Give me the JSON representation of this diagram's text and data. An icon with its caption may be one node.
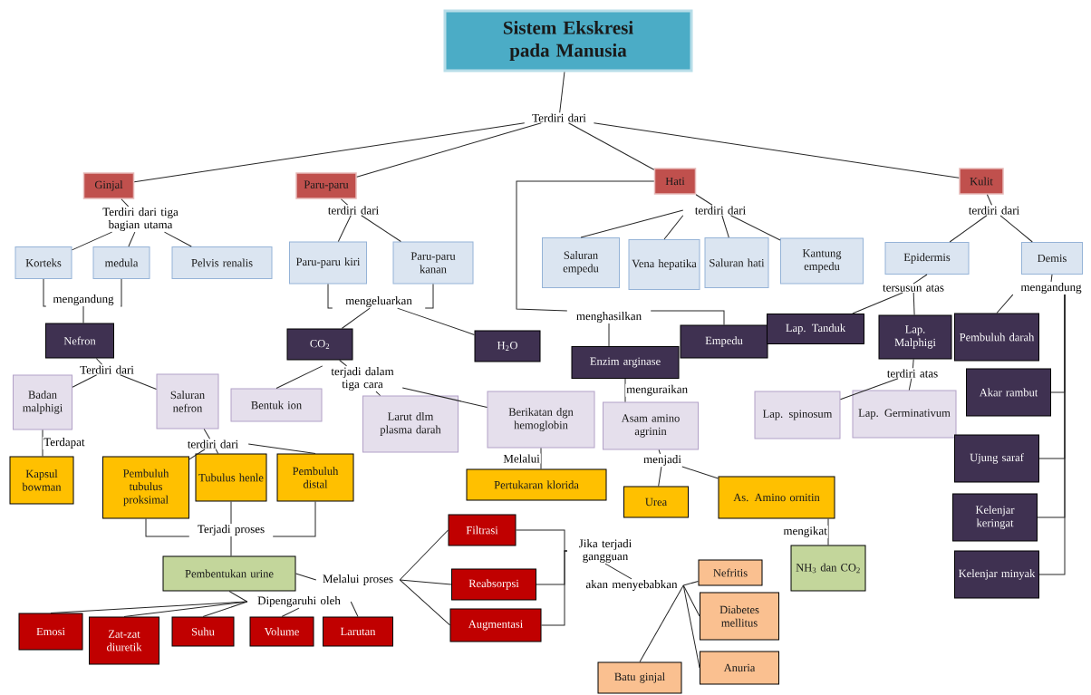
{
  "diagram": {
    "nodes": [
      {
        "text": [
          "Sistem Ekskresi pada Manusia"
        ]
      },
      {
        "text": [
          "Terdiri dari"
        ]
      },
      {
        "text": [
          "Ginjal"
        ]
      },
      {
        "text": [
          "Paru-paru"
        ]
      },
      {
        "text": [
          "Hati"
        ]
      },
      {
        "text": [
          "Kulit"
        ]
      },
      {
        "text": [
          "Terdiri dari tiga bagian utama"
        ]
      },
      {
        "text": [
          "terdiri dari"
        ]
      },
      {
        "text": [
          "terdiri dari"
        ]
      },
      {
        "text": [
          "terdiri dari"
        ]
      },
      {
        "text": [
          "Korteks"
        ]
      },
      {
        "text": [
          "medula"
        ]
      },
      {
        "text": [
          "Pelvis renalis"
        ]
      },
      {
        "text": [
          "Paru-paru kiri"
        ]
      },
      {
        "text": [
          "Paru-paru kanan"
        ]
      },
      {
        "text": [
          "Saluran empedu"
        ]
      },
      {
        "text": [
          "Vena hepatika"
        ]
      },
      {
        "text": [
          "Saluran hati"
        ]
      },
      {
        "text": [
          "Kantung empedu"
        ]
      },
      {
        "text": [
          "Epidermis"
        ]
      },
      {
        "text": [
          "Demis"
        ]
      },
      {
        "text": [
          "mengandung"
        ]
      },
      {
        "text": [
          "mengeluarkan"
        ]
      },
      {
        "text": [
          "tersusun atas"
        ]
      },
      {
        "text": [
          "mengandung"
        ]
      },
      {
        "text": [
          "menghasilkan"
        ]
      },
      {
        "text": [
          "Nefron"
        ]
      },
      {
        "text": [
          "CO$_{2}$"
        ]
      },
      {
        "text": [
          "H$_{2}$O"
        ]
      },
      {
        "text": [
          "Enzim arginase"
        ]
      },
      {
        "text": [
          "Empedu"
        ]
      },
      {
        "text": [
          "Lap. Tanduk"
        ]
      },
      {
        "text": [
          "Lap. Malphigi"
        ]
      },
      {
        "text": [
          "Pembuluh darah"
        ]
      },
      {
        "text": [
          "Terdiri dari"
        ]
      },
      {
        "text": [
          "terjadi dalam tiga cara"
        ]
      },
      {
        "text": [
          "terdiri atas"
        ]
      },
      {
        "text": [
          "Badan malphigi"
        ]
      },
      {
        "text": [
          "Saluran nefron"
        ]
      },
      {
        "text": [
          "Bentuk ion"
        ]
      },
      {
        "text": [
          "Larut dlm plasma darah"
        ]
      },
      {
        "text": [
          "Berikatan dgn hemoglobin"
        ]
      },
      {
        "text": [
          "Asam amino agrinin"
        ]
      },
      {
        "text": [
          "Akar rambut"
        ]
      },
      {
        "text": [
          "Lap. spinosum"
        ]
      },
      {
        "text": [
          "Lap. Germinativum"
        ]
      },
      {
        "text": [
          "terdiri dari"
        ]
      },
      {
        "text": [
          "menjadi"
        ]
      },
      {
        "text": [
          "Kapsul bowman"
        ]
      },
      {
        "text": [
          "Pembuluh tubulus proksimal"
        ]
      },
      {
        "text": [
          "Tubulus henle"
        ]
      },
      {
        "text": [
          "Pembuluh distal"
        ]
      },
      {
        "text": [
          "Pertukaran klorida"
        ]
      },
      {
        "text": [
          "Urea"
        ]
      },
      {
        "text": [
          "As. Amino ornitin"
        ]
      },
      {
        "text": [
          "Ujung saraf"
        ]
      },
      {
        "text": [
          "Kelenjar keringat"
        ]
      },
      {
        "text": [
          "Terjadi proses"
        ]
      },
      {
        "text": [
          "Filtrasi"
        ]
      },
      {
        "text": [
          "Jika terjadi gangguan"
        ]
      },
      {
        "text": [
          "Pembentukan urine"
        ]
      },
      {
        "text": [
          "Melalui proses"
        ]
      },
      {
        "text": [
          "Reabsorpsi"
        ]
      },
      {
        "text": [
          "akan menyebabkan"
        ]
      },
      {
        "text": [
          "NH$_{3}$ dan CO$_{2}$"
        ]
      },
      {
        "text": [
          "Kelenjar minyak"
        ]
      },
      {
        "text": [
          "Nefritis"
        ]
      },
      {
        "text": [
          "Dipengaruhi oleh"
        ]
      },
      {
        "text": [
          "Augmentasi"
        ]
      },
      {
        "text": [
          "Diabetes mellitus"
        ]
      },
      {
        "text": [
          "Emosi"
        ]
      },
      {
        "text": [
          "Zat-zat diuretik"
        ]
      },
      {
        "text": [
          "Suhu"
        ]
      },
      {
        "text": [
          "Volume"
        ]
      },
      {
        "text": [
          "Larutan"
        ]
      },
      {
        "text": [
          "Anuria"
        ]
      },
      {
        "text": [
          "Batu ginjal"
        ]
      }
    ],
    "edges": [
      {
        "from": 0,
        "to": 1,
        "arrow": "none"
      },
      {
        "from": 1,
        "to": 2,
        "arrow": "none"
      },
      {
        "from": 1,
        "to": 3,
        "arrow": "none"
      },
      {
        "from": 1,
        "to": 4,
        "arrow": "none"
      },
      {
        "from": 1,
        "to": 5,
        "arrow": "none"
      },
      {
        "from": 2,
        "to": 6,
        "arrow": "none"
      },
      {
        "from": 6,
        "to": 10,
        "arrow": "none"
      },
      {
        "from": 6,
        "to": 11,
        "arrow": "none"
      },
      {
        "from": 6,
        "to": 12,
        "arrow": "none"
      },
      {
        "from": 3,
        "to": 7,
        "arrow": "none"
      },
      {
        "from": 7,
        "to": 13,
        "arrow": "none"
      },
      {
        "from": 7,
        "to": 14,
        "arrow": "none"
      },
      {
        "from": 4,
        "to": 8,
        "arrow": "none"
      },
      {
        "from": 8,
        "to": 15,
        "arrow": "none"
      },
      {
        "from": 8,
        "to": 16,
        "arrow": "none"
      },
      {
        "from": 8,
        "to": 17,
        "arrow": "none"
      },
      {
        "from": 8,
        "to": 18,
        "arrow": "none"
      },
      {
        "from": 5,
        "to": 9,
        "arrow": "none"
      },
      {
        "from": 9,
        "to": 19,
        "arrow": "none"
      },
      {
        "from": 9,
        "to": 20,
        "arrow": "none"
      },
      {
        "from": 10,
        "to": 21,
        "arrow": "none"
      },
      {
        "from": 11,
        "to": 21,
        "arrow": "none"
      },
      {
        "from": 21,
        "to": 26,
        "arrow": "none"
      },
      {
        "from": 13,
        "to": 22,
        "arrow": "none"
      },
      {
        "from": 14,
        "to": 22,
        "arrow": "none"
      },
      {
        "from": 22,
        "to": 27,
        "arrow": "none"
      },
      {
        "from": 22,
        "to": 28,
        "arrow": "none"
      },
      {
        "from": 19,
        "to": 23,
        "arrow": "none"
      },
      {
        "from": 23,
        "to": 31,
        "arrow": "none"
      },
      {
        "from": 23,
        "to": 32,
        "arrow": "none"
      },
      {
        "from": 20,
        "to": 24,
        "arrow": "none"
      },
      {
        "from": 24,
        "to": 33,
        "arrow": "none"
      },
      {
        "from": 24,
        "to": 43,
        "arrow": "none"
      },
      {
        "from": 24,
        "to": 55,
        "arrow": "none"
      },
      {
        "from": 24,
        "to": 56,
        "arrow": "none"
      },
      {
        "from": 24,
        "to": 65,
        "arrow": "none"
      },
      {
        "from": 4,
        "to": 25,
        "arrow": "none"
      },
      {
        "from": 25,
        "to": 29,
        "arrow": "none"
      },
      {
        "from": 25,
        "to": 30,
        "arrow": "none"
      },
      {
        "from": 26,
        "to": 34,
        "arrow": "none"
      },
      {
        "from": 34,
        "to": 37,
        "arrow": "none"
      },
      {
        "from": 34,
        "to": 38,
        "arrow": "none"
      },
      {
        "from": 27,
        "to": 35,
        "arrow": "none"
      },
      {
        "from": 35,
        "to": 39,
        "arrow": "none"
      },
      {
        "from": 35,
        "to": 40,
        "arrow": "none"
      },
      {
        "from": 35,
        "to": 41,
        "arrow": "none"
      },
      {
        "from": 32,
        "to": 36,
        "arrow": "none"
      },
      {
        "from": 36,
        "to": 44,
        "arrow": "none"
      },
      {
        "from": 36,
        "to": 45,
        "arrow": "none"
      },
      {
        "from": 29,
        "to": 42,
        "arrow": "none",
        "label": "menguraikan"
      },
      {
        "from": 37,
        "to": 48,
        "arrow": "none",
        "label": "Terdapat"
      },
      {
        "from": 38,
        "to": 46,
        "arrow": "none"
      },
      {
        "from": 46,
        "to": 49,
        "arrow": "none"
      },
      {
        "from": 46,
        "to": 50,
        "arrow": "none"
      },
      {
        "from": 46,
        "to": 51,
        "arrow": "none"
      },
      {
        "from": 41,
        "to": 52,
        "arrow": "none",
        "label": "Melalui"
      },
      {
        "from": 42,
        "to": 47,
        "arrow": "none"
      },
      {
        "from": 47,
        "to": 53,
        "arrow": "none"
      },
      {
        "from": 47,
        "to": 54,
        "arrow": "none"
      },
      {
        "from": 54,
        "to": 64,
        "arrow": "none",
        "label": "mengikat"
      },
      {
        "from": 49,
        "to": 57,
        "arrow": "none"
      },
      {
        "from": 50,
        "to": 57,
        "arrow": "none"
      },
      {
        "from": 51,
        "to": 57,
        "arrow": "none"
      },
      {
        "from": 57,
        "to": 60,
        "arrow": "none"
      },
      {
        "from": 60,
        "to": 67,
        "arrow": "none"
      },
      {
        "from": 67,
        "to": 70,
        "arrow": "none"
      },
      {
        "from": 67,
        "to": 71,
        "arrow": "none"
      },
      {
        "from": 67,
        "to": 72,
        "arrow": "none"
      },
      {
        "from": 67,
        "to": 73,
        "arrow": "none"
      },
      {
        "from": 67,
        "to": 74,
        "arrow": "none"
      },
      {
        "from": 60,
        "to": 61,
        "arrow": "none"
      },
      {
        "from": 61,
        "to": 58,
        "arrow": "none"
      },
      {
        "from": 61,
        "to": 62,
        "arrow": "none"
      },
      {
        "from": 61,
        "to": 68,
        "arrow": "none"
      },
      {
        "from": 58,
        "to": 59,
        "arrow": "none"
      },
      {
        "from": 62,
        "to": 59,
        "arrow": "none"
      },
      {
        "from": 68,
        "to": 59,
        "arrow": "none"
      },
      {
        "from": 59,
        "to": 63,
        "arrow": "none"
      },
      {
        "from": 63,
        "to": 66,
        "arrow": "none"
      },
      {
        "from": 63,
        "to": 69,
        "arrow": "none"
      },
      {
        "from": 63,
        "to": 75,
        "arrow": "none"
      },
      {
        "from": 63,
        "to": 76,
        "arrow": "none"
      }
    ]
  }
}
